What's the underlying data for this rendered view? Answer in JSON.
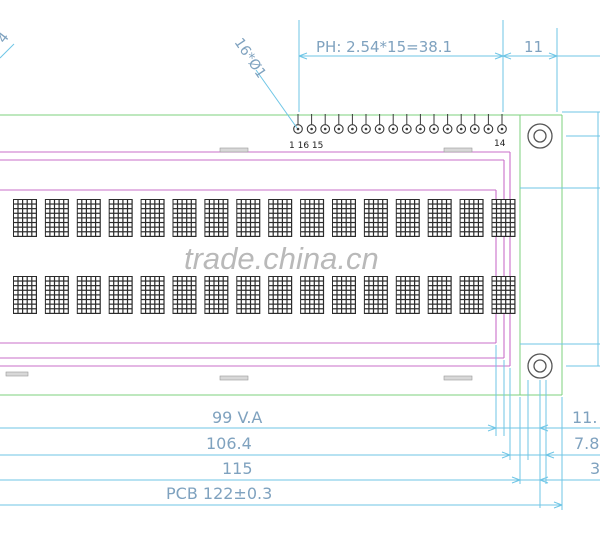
{
  "dimensions": {
    "pin_pitch": "PH: 2.54*15=38.1",
    "pin_holes": "16*Ø1",
    "right_top": "11",
    "view_area": "99 V.A",
    "lcd_width": "106.4",
    "frame_width": "115",
    "pcb_width": "PCB 122±0.3",
    "right_a": "11.",
    "right_b": "7.8",
    "right_c": "3",
    "corner_mark": "4"
  },
  "pin_labels": {
    "left": "1 16 15",
    "right": "14"
  },
  "display": {
    "rows": 2,
    "characters_per_row": 16,
    "dot_columns": 5,
    "dot_rows": 8
  },
  "watermark": "trade.china.cn",
  "colors": {
    "pcb_outline": "#7ed17e",
    "lcd_outline": "#c96fc9",
    "dim_line": "#6fc6e6",
    "dim_text": "#7fa2bf",
    "pin": "#3a3a3a"
  }
}
